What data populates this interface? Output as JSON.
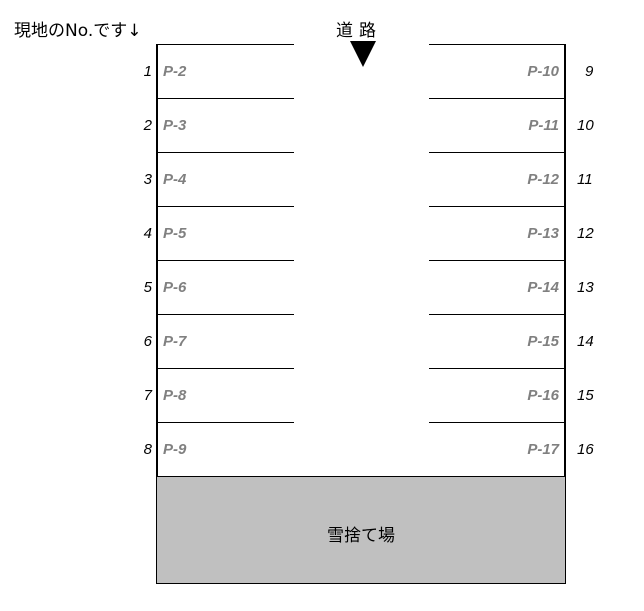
{
  "header": {
    "title": "現地のNo.です↓",
    "road_label": "道路",
    "road_arrow_icon": "down-triangle-icon"
  },
  "colors": {
    "lot_label": "#808080",
    "snow_area": "#c0c0c0",
    "line": "#000000"
  },
  "left_spaces": [
    {
      "site_no": "1",
      "label": "P-2"
    },
    {
      "site_no": "2",
      "label": "P-3"
    },
    {
      "site_no": "3",
      "label": "P-4"
    },
    {
      "site_no": "4",
      "label": "P-5"
    },
    {
      "site_no": "5",
      "label": "P-6"
    },
    {
      "site_no": "6",
      "label": "P-7"
    },
    {
      "site_no": "7",
      "label": "P-8"
    },
    {
      "site_no": "8",
      "label": "P-9"
    }
  ],
  "right_spaces": [
    {
      "site_no": "9",
      "label": "P-10"
    },
    {
      "site_no": "10",
      "label": "P-11"
    },
    {
      "site_no": "11",
      "label": "P-12"
    },
    {
      "site_no": "12",
      "label": "P-13"
    },
    {
      "site_no": "13",
      "label": "P-14"
    },
    {
      "site_no": "14",
      "label": "P-15"
    },
    {
      "site_no": "15",
      "label": "P-16"
    },
    {
      "site_no": "16",
      "label": "P-17"
    }
  ],
  "snow_area": {
    "label": "雪捨て場"
  }
}
